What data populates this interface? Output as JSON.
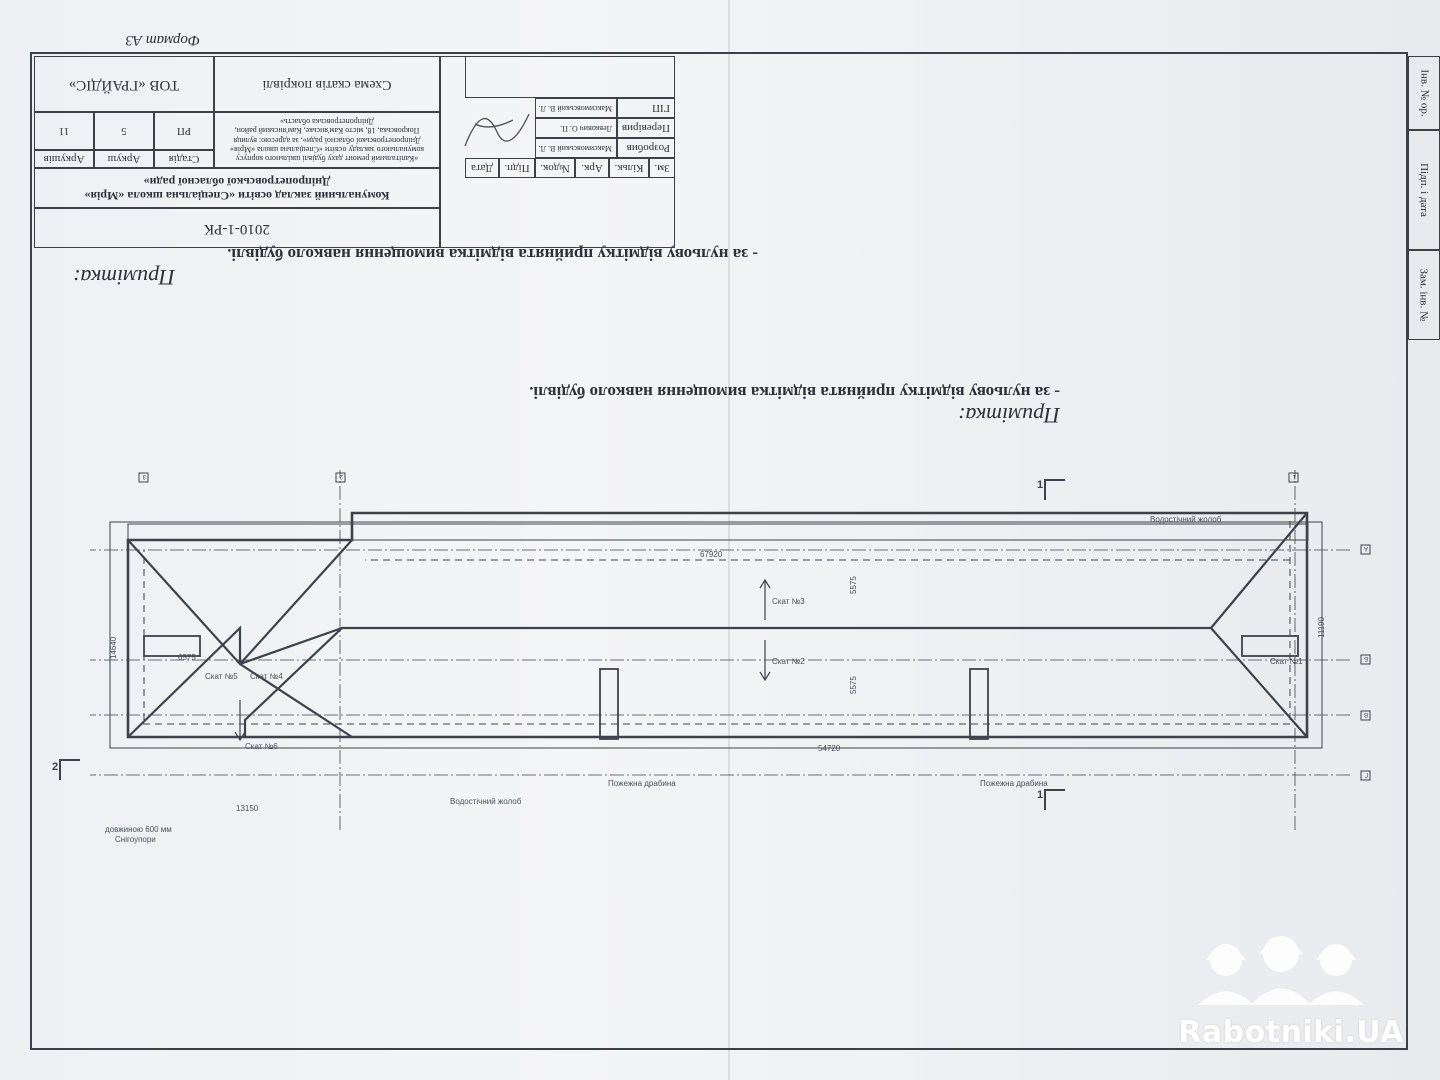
{
  "note": {
    "title": "Примітка:",
    "line": "- за нульову відмітку прийнята відмітка вимощення навколо будівлі."
  },
  "format": "Формат А3",
  "title_block": {
    "code": "2010-1-РК",
    "client_name": "Комунальний заклад освіти «Спеціальна школа «Мрія»",
    "client_sub": "Дніпропетровської обласної ради»",
    "object_desc": "«Капітальний ремонт даху будівлі шкільного корпусу комунального закладу освіти «Спеціальна школа «Мрія» Дніпропетровської обласної ради», за адресою: вулиця Покровська, 18, місто Кам'янське, Кам'янський район, Дніпропетровська область»",
    "sheet_title": "Схема скатів покрівлі",
    "company": "ТОВ «ГРАЙДІС»",
    "stage_label": "Стадія",
    "sheet_label": "Аркуш",
    "sheets_label": "Аркушів",
    "stage": "РП",
    "sheet": "5",
    "sheets": "11",
    "col_zm": "Зм.",
    "col_kilk": "Кільк.",
    "col_ark": "Арк.",
    "col_doc": "№док.",
    "col_sign": "Підп.",
    "col_date": "Дата",
    "role_dev": "Розробив",
    "name_dev": "Максимовський В. Л.",
    "role_check": "Перевірив",
    "name_check": "Левкович О. П.",
    "role_gip": "ГІП",
    "name_gip": "Максимовський В. Л."
  },
  "side_stamp": {
    "inv": "Інв. № ор.",
    "sign_date": "Підп. і дата",
    "zam": "Зам. інв. №"
  },
  "plan": {
    "dim_total": "67920",
    "dim_lower": "54720",
    "dim_left": "13150",
    "dim_height": "14640",
    "dim_slope_a": "5575",
    "dim_slope_b": "5575",
    "dim_right": "11190",
    "dim_inner": "6575",
    "gutter_label_top": "Водостічний жолоб",
    "gutter_label_bottom": "Водостічний жолоб",
    "funnel_label": "Пожежна драбина",
    "snow_label_1": "Снігоупори",
    "snow_label_2": "довжиною 600 мм",
    "slope_1": "Скат №1",
    "slope_2": "Скат №2",
    "slope_3": "Скат №3",
    "slope_4": "Скат №4",
    "slope_5": "Скат №5",
    "slope_6": "Скат №6",
    "section_1": "1",
    "section_2": "2",
    "axis_a": "А",
    "axis_b": "Б",
    "axis_v": "В",
    "axis_g": "Г",
    "axis_1": "1",
    "axis_2": "2",
    "axis_3": "3"
  },
  "watermark": "Rabotniki.UA"
}
